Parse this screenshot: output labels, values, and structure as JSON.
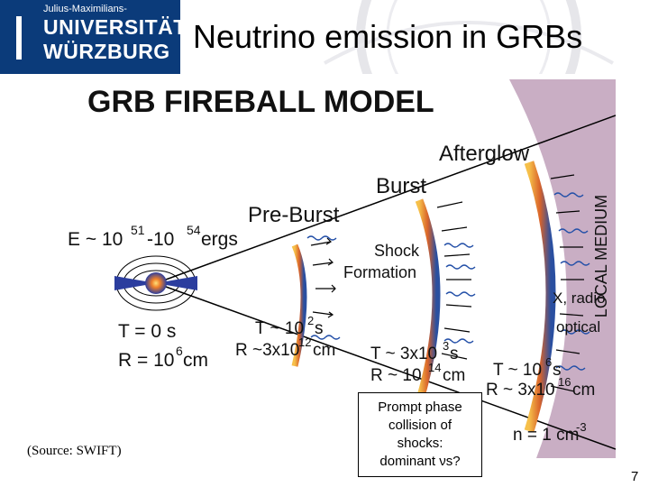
{
  "header": {
    "logo_small": "Julius-Maximilians-",
    "logo_line1": "UNIVERSITÄT",
    "logo_line2": "WÜRZBURG",
    "title": "Neutrino emission in GRBs"
  },
  "figure": {
    "heading": "GRB FIREBALL MODEL",
    "energy_label": "E ~ 10",
    "energy_exp1": "51",
    "energy_dash": "-10",
    "energy_exp2": "54",
    "energy_unit": " ergs",
    "t0_label": "T = 0 s",
    "r0_label": "R = 10",
    "r0_exp": "6",
    "r0_unit": " cm",
    "preburst_label": "Pre-Burst",
    "burst_label": "Burst",
    "afterglow_label": "Afterglow",
    "shock_label1": "Shock",
    "shock_label2": "Formation",
    "t1_label": "T ~ 10",
    "t1_exp": "2",
    "t1_unit": " s",
    "r1_label": "R ~3x10",
    "r1_exp": "12",
    "r1_unit": " cm",
    "t2_label": "T ~ 3x10",
    "t2_exp": "3",
    "t2_unit": " s",
    "r2_label": "R ~ 10",
    "r2_exp": "14",
    "r2_unit": " cm",
    "t3_label": "T ~ 10",
    "t3_exp": "6",
    "t3_unit": " s",
    "r3_label": "R ~ 3x10",
    "r3_exp": "16",
    "r3_unit": " cm",
    "local_medium_label": "LOCAL MEDIUM",
    "xray_label": "X, radio",
    "optical_label": "optical",
    "density_label": "n = 1 cm",
    "density_exp": "-3",
    "accent_blue": "#2450a8",
    "shell_orange": "#e08a2a",
    "medium_color": "#c9aec4"
  },
  "source_note": "(Source: SWIFT)",
  "callout": {
    "line1": "Prompt phase",
    "line2": "collision of",
    "line3": "shocks:",
    "line4": "dominant νs?"
  },
  "page_number": "7"
}
